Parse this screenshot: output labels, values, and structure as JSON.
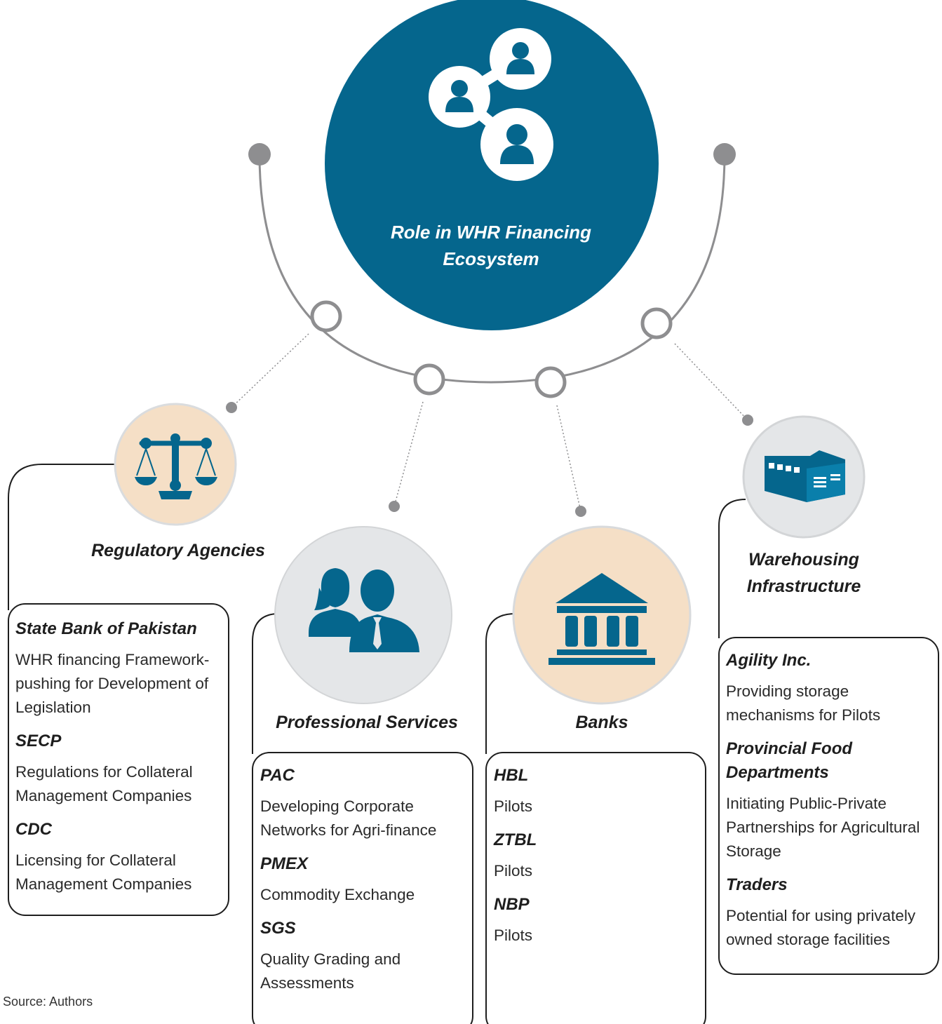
{
  "center": {
    "title": "Role in WHR Financing Ecosystem",
    "color": "#05668d",
    "icon": "network-people-icon"
  },
  "categories": [
    {
      "label": "Regulatory Agencies",
      "icon": "scales-of-justice-icon",
      "circle_color": "#f5dfc6",
      "entities": [
        {
          "name": "State Bank of Pakistan",
          "desc": "WHR financing Framework-pushing for Development of Legislation"
        },
        {
          "name": "SECP",
          "desc": "Regulations for Collateral Management Companies"
        },
        {
          "name": "CDC",
          "desc": "Licensing for Collateral Management Companies"
        }
      ]
    },
    {
      "label": "Professional Services",
      "icon": "business-people-icon",
      "circle_color": "#e4e6e8",
      "entities": [
        {
          "name": "PAC",
          "desc": "Developing Corporate Networks for Agri-finance"
        },
        {
          "name": "PMEX",
          "desc": "Commodity Exchange"
        },
        {
          "name": "SGS",
          "desc": "Quality Grading and Assessments"
        }
      ]
    },
    {
      "label": "Banks",
      "icon": "bank-building-icon",
      "circle_color": "#f5dfc6",
      "entities": [
        {
          "name": "HBL",
          "desc": "Pilots"
        },
        {
          "name": "ZTBL",
          "desc": "Pilots"
        },
        {
          "name": "NBP",
          "desc": "Pilots"
        }
      ]
    },
    {
      "label": "Warehousing Infrastructure",
      "icon": "warehouse-icon",
      "circle_color": "#e4e6e8",
      "entities": [
        {
          "name": "Agility Inc.",
          "desc": "Providing storage mechanisms for Pilots"
        },
        {
          "name": "Provincial Food Departments",
          "desc": "Initiating Public-Private Partnerships for Agricultural Storage"
        },
        {
          "name": "Traders",
          "desc": "Potential for using privately owned storage facilities"
        }
      ]
    }
  ],
  "source": "Source: Authors"
}
